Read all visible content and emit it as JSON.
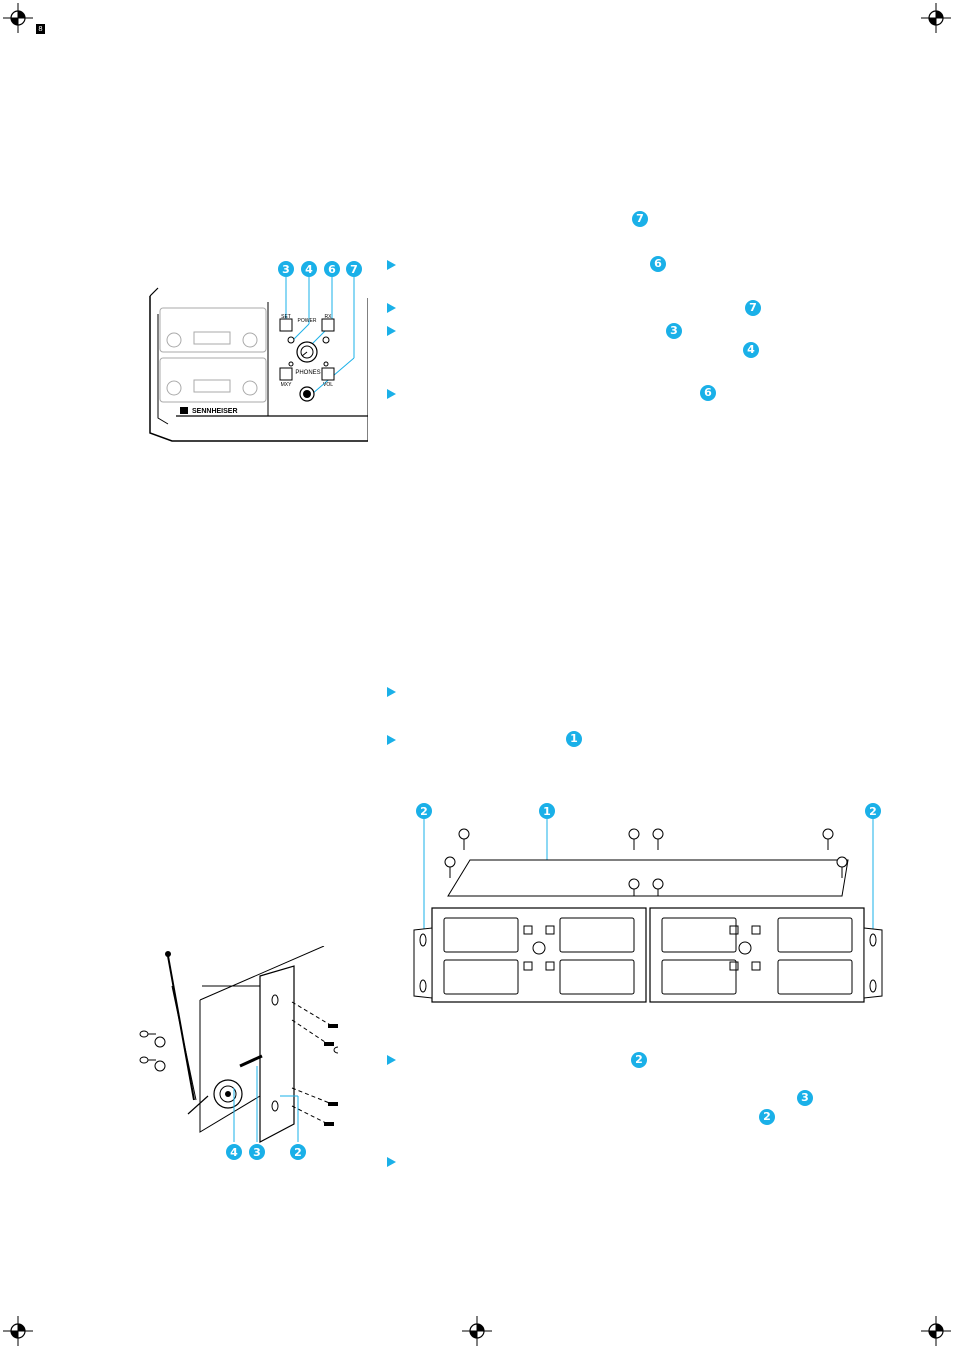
{
  "page_marker": "8",
  "front_panel": {
    "callouts": [
      "3",
      "4",
      "6",
      "7"
    ],
    "labels": {
      "button_top_left": "SET",
      "power": "POWER",
      "button_top_right": "RX",
      "button_bottom_left": "MXY",
      "phones": "PHONES",
      "button_bottom_right": "VOL",
      "brand": "SENNHEISER"
    }
  },
  "text_refs": {
    "intro": "7",
    "step1": "6",
    "step2": "7",
    "step3a": "3",
    "step3b": "4",
    "step4": "6",
    "step5": "",
    "step6": "1",
    "step7": "2",
    "step7b": "3",
    "step7c": "2",
    "step8": ""
  },
  "rack_diagram": {
    "callouts": {
      "left": "2",
      "center": "1",
      "right": "2"
    }
  },
  "antenna_diagram": {
    "callouts": [
      "4",
      "3",
      "2"
    ]
  },
  "colors": {
    "accent": "#1ab0e8",
    "line": "#000000"
  }
}
